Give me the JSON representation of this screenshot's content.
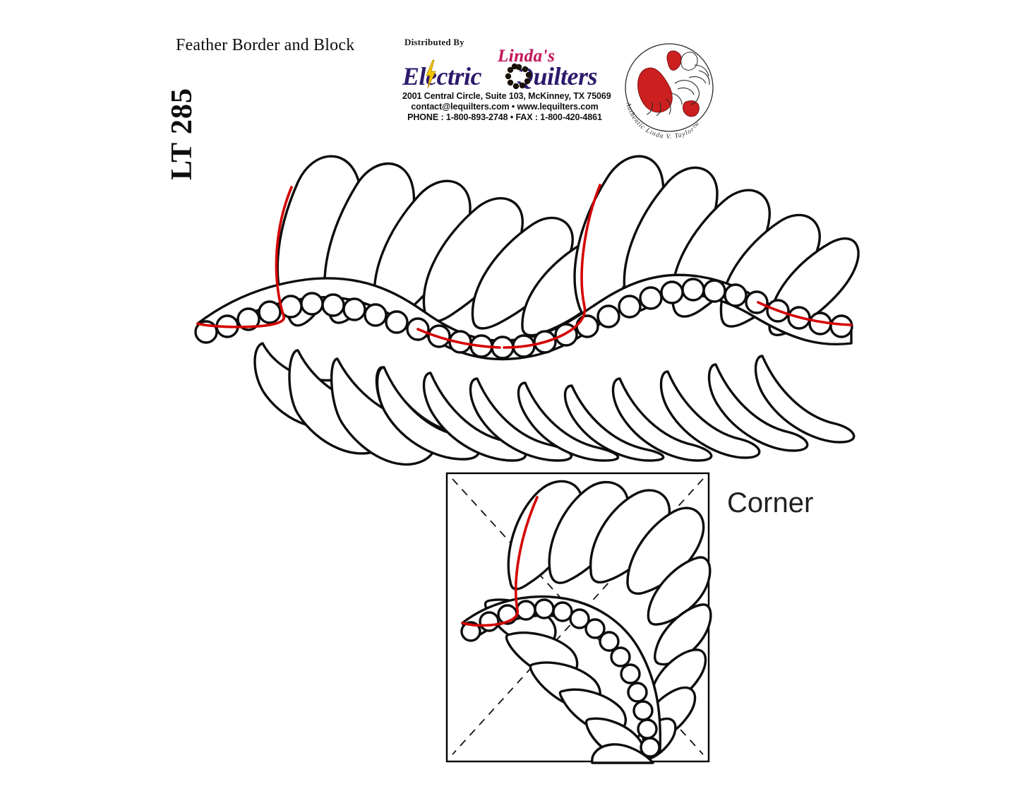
{
  "document": {
    "pattern_code": "LT 285",
    "title": "Feather Border and Block",
    "background_color": "#ffffff"
  },
  "distributor": {
    "distributed_by_label": "Distributed By",
    "brand_name_script": "Linda's",
    "brand_name_part1": "Electric",
    "brand_name_part2": "Quilters",
    "address": "2001 Central Circle, Suite 103, McKinney, TX 75069",
    "web": "contact@lequilters.com • www.lequilters.com",
    "phone": "PHONE : 1-800-893-2748 • FAX : 1-800-420-4861",
    "colors": {
      "script_magenta": "#c2185b",
      "wordmark_navy": "#2d1a6b",
      "bolt_yellow": "#f2c400"
    }
  },
  "brand_seal": {
    "text": "Authentic Linda V. Taylor",
    "trademark": "™",
    "accent_color": "#cc1f1f"
  },
  "artwork": {
    "border": {
      "name": "Feather Border",
      "line_color": "#0d0d0d",
      "accent_color": "#d40000",
      "stroke_width": 3.4
    },
    "corner": {
      "label": "Corner",
      "line_color": "#0d0d0d",
      "accent_color": "#d40000",
      "frame_color": "#000000",
      "guide_style": "dashed"
    }
  }
}
